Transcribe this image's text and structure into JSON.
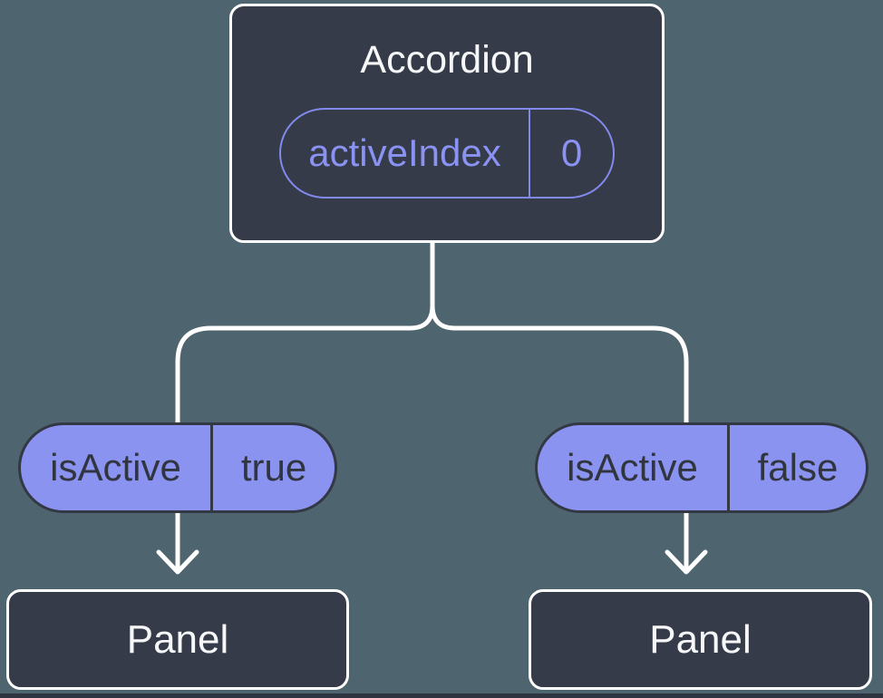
{
  "diagram": {
    "description": "Component tree diagram",
    "root": {
      "title": "Accordion",
      "prop": {
        "name": "activeIndex",
        "value": "0"
      }
    },
    "branches": [
      {
        "state": {
          "name": "isActive",
          "value": "true"
        },
        "child": {
          "title": "Panel"
        }
      },
      {
        "state": {
          "name": "isActive",
          "value": "false"
        },
        "child": {
          "title": "Panel"
        }
      }
    ],
    "colors": {
      "background": "#4E646E",
      "node_fill": "#353B48",
      "node_border": "#FFFFFF",
      "node_text": "#F6F7F9",
      "prop_pill_outline": "#828AEE",
      "prop_pill_text": "#8A92F3",
      "state_pill_fill": "#8B93F0",
      "state_pill_border": "#333845",
      "state_pill_text": "#30353F",
      "connector": "#FFFFFF",
      "bottom_bar": "#2F3540"
    }
  }
}
